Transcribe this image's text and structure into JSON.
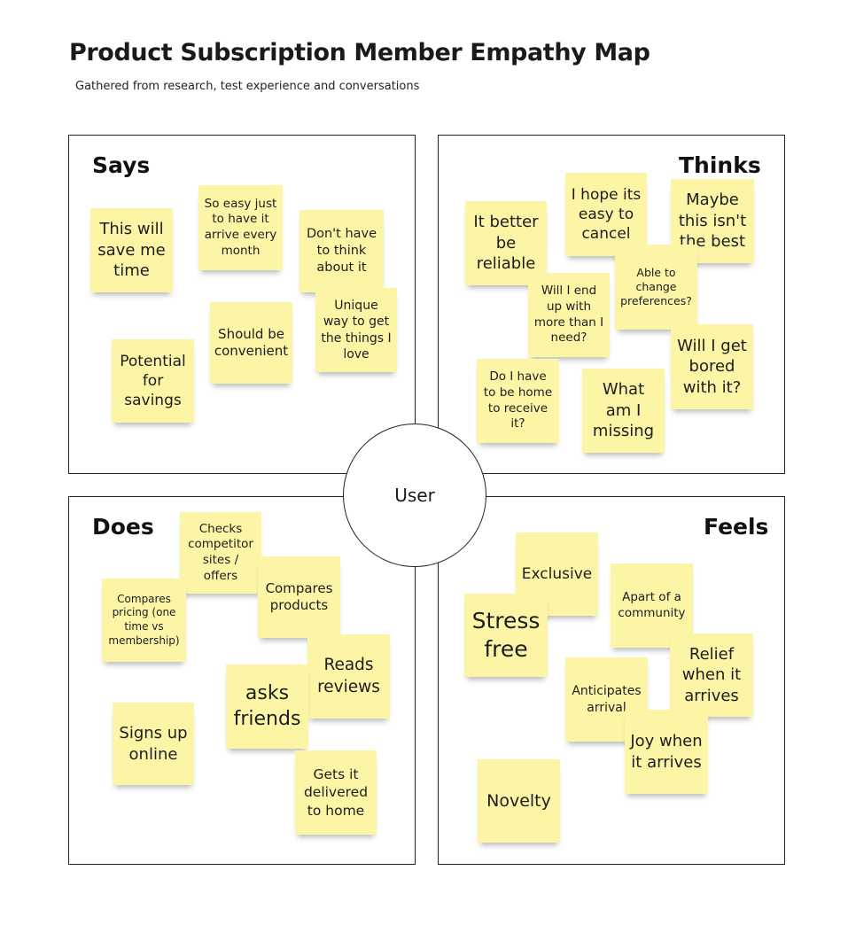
{
  "title": "Product Subscription Member Empathy Map",
  "subtitle": "Gathered from research, test experience and conversations",
  "center_label": "User",
  "quadrants": {
    "says": {
      "title": "Says",
      "notes": [
        "This will save me time",
        "So easy just to have it arrive every month",
        "Don't have to think about it",
        "Unique way to get the things I love",
        "Should be convenient",
        "Potential for savings"
      ]
    },
    "thinks": {
      "title": "Thinks",
      "notes": [
        "It better be reliable",
        "I hope its easy to cancel",
        "Maybe this isn't the best",
        "Able to change preferences?",
        "Will I end up with more than I need?",
        "Will I get bored with it?",
        "Do I have to be home to receive it?",
        "What am I missing"
      ]
    },
    "does": {
      "title": "Does",
      "notes": [
        "Checks competitor sites / offers",
        "Compares pricing (one time vs membership)",
        "Compares products",
        "Reads reviews",
        "asks friends",
        "Signs up online",
        "Gets it delivered to home"
      ]
    },
    "feels": {
      "title": "Feels",
      "notes": [
        "Exclusive",
        "Apart of a community",
        "Stress free",
        "Relief when it arrives",
        "Anticipates arrival",
        "Joy when it arrives",
        "Novelty"
      ]
    }
  },
  "colors": {
    "sticky_note": "#fdf5a6",
    "border": "#222222"
  }
}
